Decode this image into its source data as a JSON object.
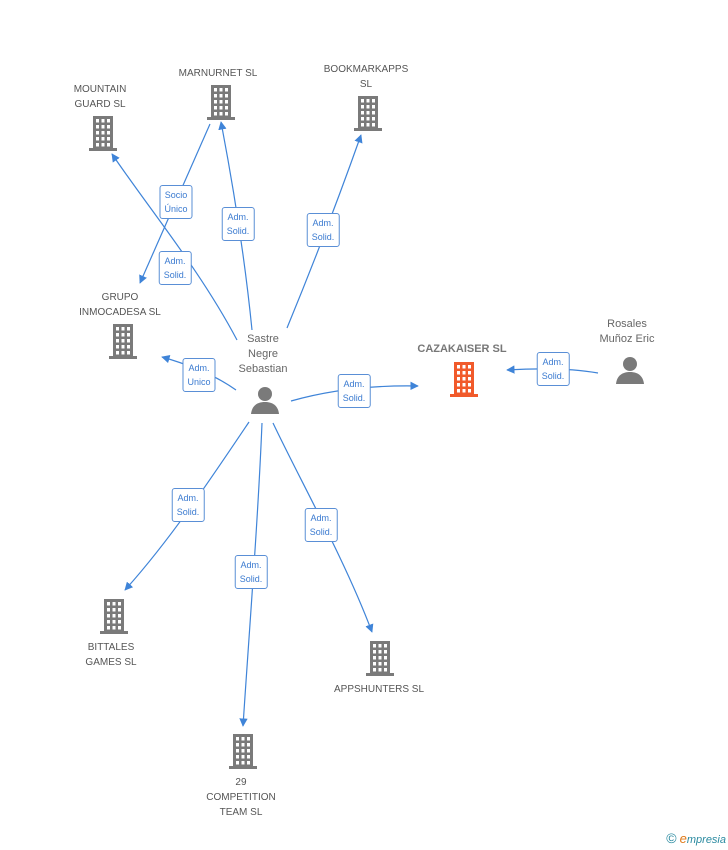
{
  "colors": {
    "edge": "#3f84d8",
    "company": "#7a7a7a",
    "focus_company": "#f15a2b",
    "person": "#7a7a7a"
  },
  "nodes": [
    {
      "id": "mountain",
      "type": "company",
      "label": "MOUNTAIN\nGUARD  SL"
    },
    {
      "id": "marnurnet",
      "type": "company",
      "label": "MARNURNET SL"
    },
    {
      "id": "bookmarkapps",
      "type": "company",
      "label": "BOOKMARKAPPS\nSL"
    },
    {
      "id": "grupo",
      "type": "company",
      "label": "GRUPO\nINMOCADESA SL"
    },
    {
      "id": "sastre",
      "type": "person",
      "label": "Sastre\nNegre\nSebastian"
    },
    {
      "id": "cazakaiser",
      "type": "focus",
      "label": "CAZAKAISER SL"
    },
    {
      "id": "rosales",
      "type": "person",
      "label": "Rosales\nMuñoz Eric"
    },
    {
      "id": "bittales",
      "type": "company",
      "label": "BITTALES\nGAMES SL"
    },
    {
      "id": "appshunters",
      "type": "company",
      "label": "APPSHUNTERS SL"
    },
    {
      "id": "competition",
      "type": "company",
      "label": "29\nCOMPETITION\nTEAM  SL"
    }
  ],
  "edges": [
    {
      "from": "sastre",
      "to": "mountain",
      "label": "Adm.\nSolid."
    },
    {
      "from": "sastre",
      "to": "grupo",
      "label": "Socio\nÚnico"
    },
    {
      "from": "sastre",
      "to": "marnurnet",
      "label": "Adm.\nSolid."
    },
    {
      "from": "sastre",
      "to": "bookmarkapps",
      "label": "Adm.\nSolid."
    },
    {
      "from": "sastre",
      "to": "grupo",
      "label": "Adm.\nUnico"
    },
    {
      "from": "sastre",
      "to": "cazakaiser",
      "label": "Adm.\nSolid."
    },
    {
      "from": "rosales",
      "to": "cazakaiser",
      "label": "Adm.\nSolid."
    },
    {
      "from": "sastre",
      "to": "bittales",
      "label": "Adm.\nSolid."
    },
    {
      "from": "sastre",
      "to": "competition",
      "label": "Adm.\nSolid."
    },
    {
      "from": "sastre",
      "to": "appshunters",
      "label": "Adm.\nSolid."
    }
  ],
  "footer": {
    "copyright": "©",
    "brand_first": "e",
    "brand_rest": "mpresia"
  }
}
